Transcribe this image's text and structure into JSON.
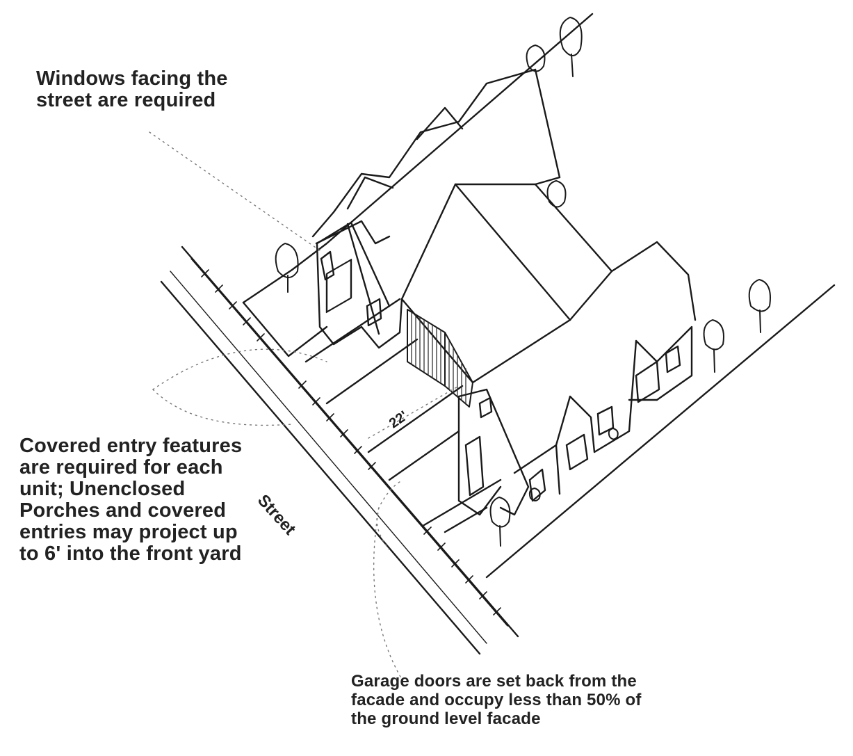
{
  "callouts": {
    "windows": "Windows facing the\nstreet are required",
    "entry": "Covered entry features\nare required for each\nunit; Unenclosed\nPorches and covered\nentries may project up\nto 6' into the front yard",
    "garage": "Garage doors are set back from the\nfacade and occupy less than 50% of\nthe ground level facade"
  },
  "street_label": "Street",
  "setback_label": "22'",
  "colors": {
    "line": "#1a1a1a",
    "dotted": "#777777",
    "hatch": "#333333"
  }
}
